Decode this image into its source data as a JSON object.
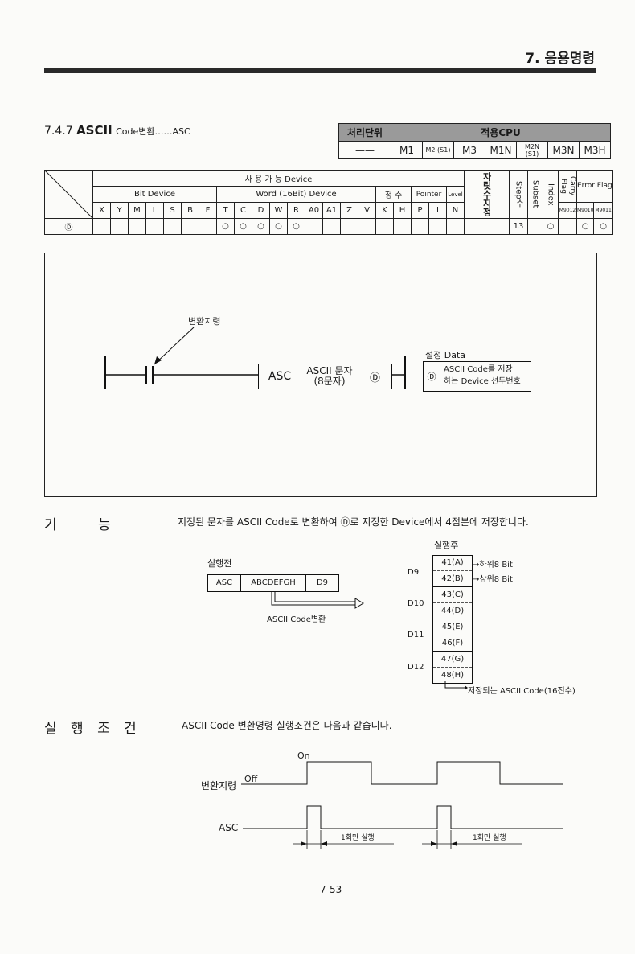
{
  "header": {
    "title": "7. 응용명령"
  },
  "section": {
    "number": "7.4.7",
    "name": "ASCII",
    "subtitle": "Code변환……ASC"
  },
  "unit_table": {
    "proc_label": "처리단위",
    "cpu_label": "적용CPU",
    "proc_value": "——",
    "cpus": [
      "M1",
      "M2 (S1)",
      "M3",
      "M1N",
      "M2N (S1)",
      "M3N",
      "M3H"
    ]
  },
  "device_table": {
    "usable": "사 용 가 능   Device",
    "bit_device": "Bit Device",
    "word_device": "Word (16Bit) Device",
    "constant": "정 수",
    "pointer": "Pointer",
    "level": "Level",
    "digit": "자릿수지정",
    "step": "Step수",
    "subset": "Subset",
    "index": "Index",
    "carry_flag": "Carry Flag",
    "error_flag": "Error Flag",
    "columns": [
      "X",
      "Y",
      "M",
      "L",
      "S",
      "B",
      "F",
      "T",
      "C",
      "D",
      "W",
      "R",
      "A0",
      "A1",
      "Z",
      "V",
      "K",
      "H",
      "P",
      "I",
      "N"
    ],
    "flag_codes": [
      "M9012",
      "M9010",
      "M9011"
    ],
    "row_label": "Ⓓ",
    "row_marks": [
      "",
      "",
      "",
      "",
      "",
      "",
      "",
      "○",
      "○",
      "○",
      "○",
      "○",
      "",
      "",
      "",
      "",
      "",
      "",
      "",
      "",
      ""
    ],
    "step_value": "13",
    "index_mark": "○",
    "carry_mark": "",
    "error_marks": [
      "○",
      "○"
    ]
  },
  "ladder": {
    "contact_label": "변환지령",
    "instr": "ASC",
    "arg1": "ASCII 문자",
    "arg1b": "(8문자)",
    "arg2": "Ⓓ",
    "setting_title": "설정 Data",
    "setting_key": "Ⓓ",
    "setting_desc1": "ASCII  Code를 저장",
    "setting_desc2": "하는 Device 선두번호"
  },
  "function": {
    "title": "기      능",
    "desc": "지정된 문자를  ASCII  Code로  변환하여 Ⓓ로 지정한 Device에서  4점분에 저장합니다.",
    "before_label": "실행전",
    "before_cells": [
      "ASC",
      "ABCDEFGH",
      "D9"
    ],
    "convert_label": "ASCII  Code변환",
    "after_label": "실행후",
    "registers": [
      "D9",
      "D10",
      "D11",
      "D12"
    ],
    "values": [
      "41(A)",
      "42(B)",
      "43(C)",
      "44(D)",
      "45(E)",
      "46(F)",
      "47(G)",
      "48(H)"
    ],
    "low_note": "→하위8  Bit",
    "high_note": "→상위8  Bit",
    "stored_note": "저장되는 ASCII  Code(16진수)"
  },
  "condition": {
    "title": "실 행 조 건",
    "desc": "ASCII  Code 변환명령 실행조건은 다음과 같습니다.",
    "on": "On",
    "off": "Off",
    "signal1": "변환지령",
    "signal2": "ASC",
    "exec1": "1회만 실행",
    "exec2": "1회만 실행"
  },
  "footer": {
    "page": "7-53"
  }
}
